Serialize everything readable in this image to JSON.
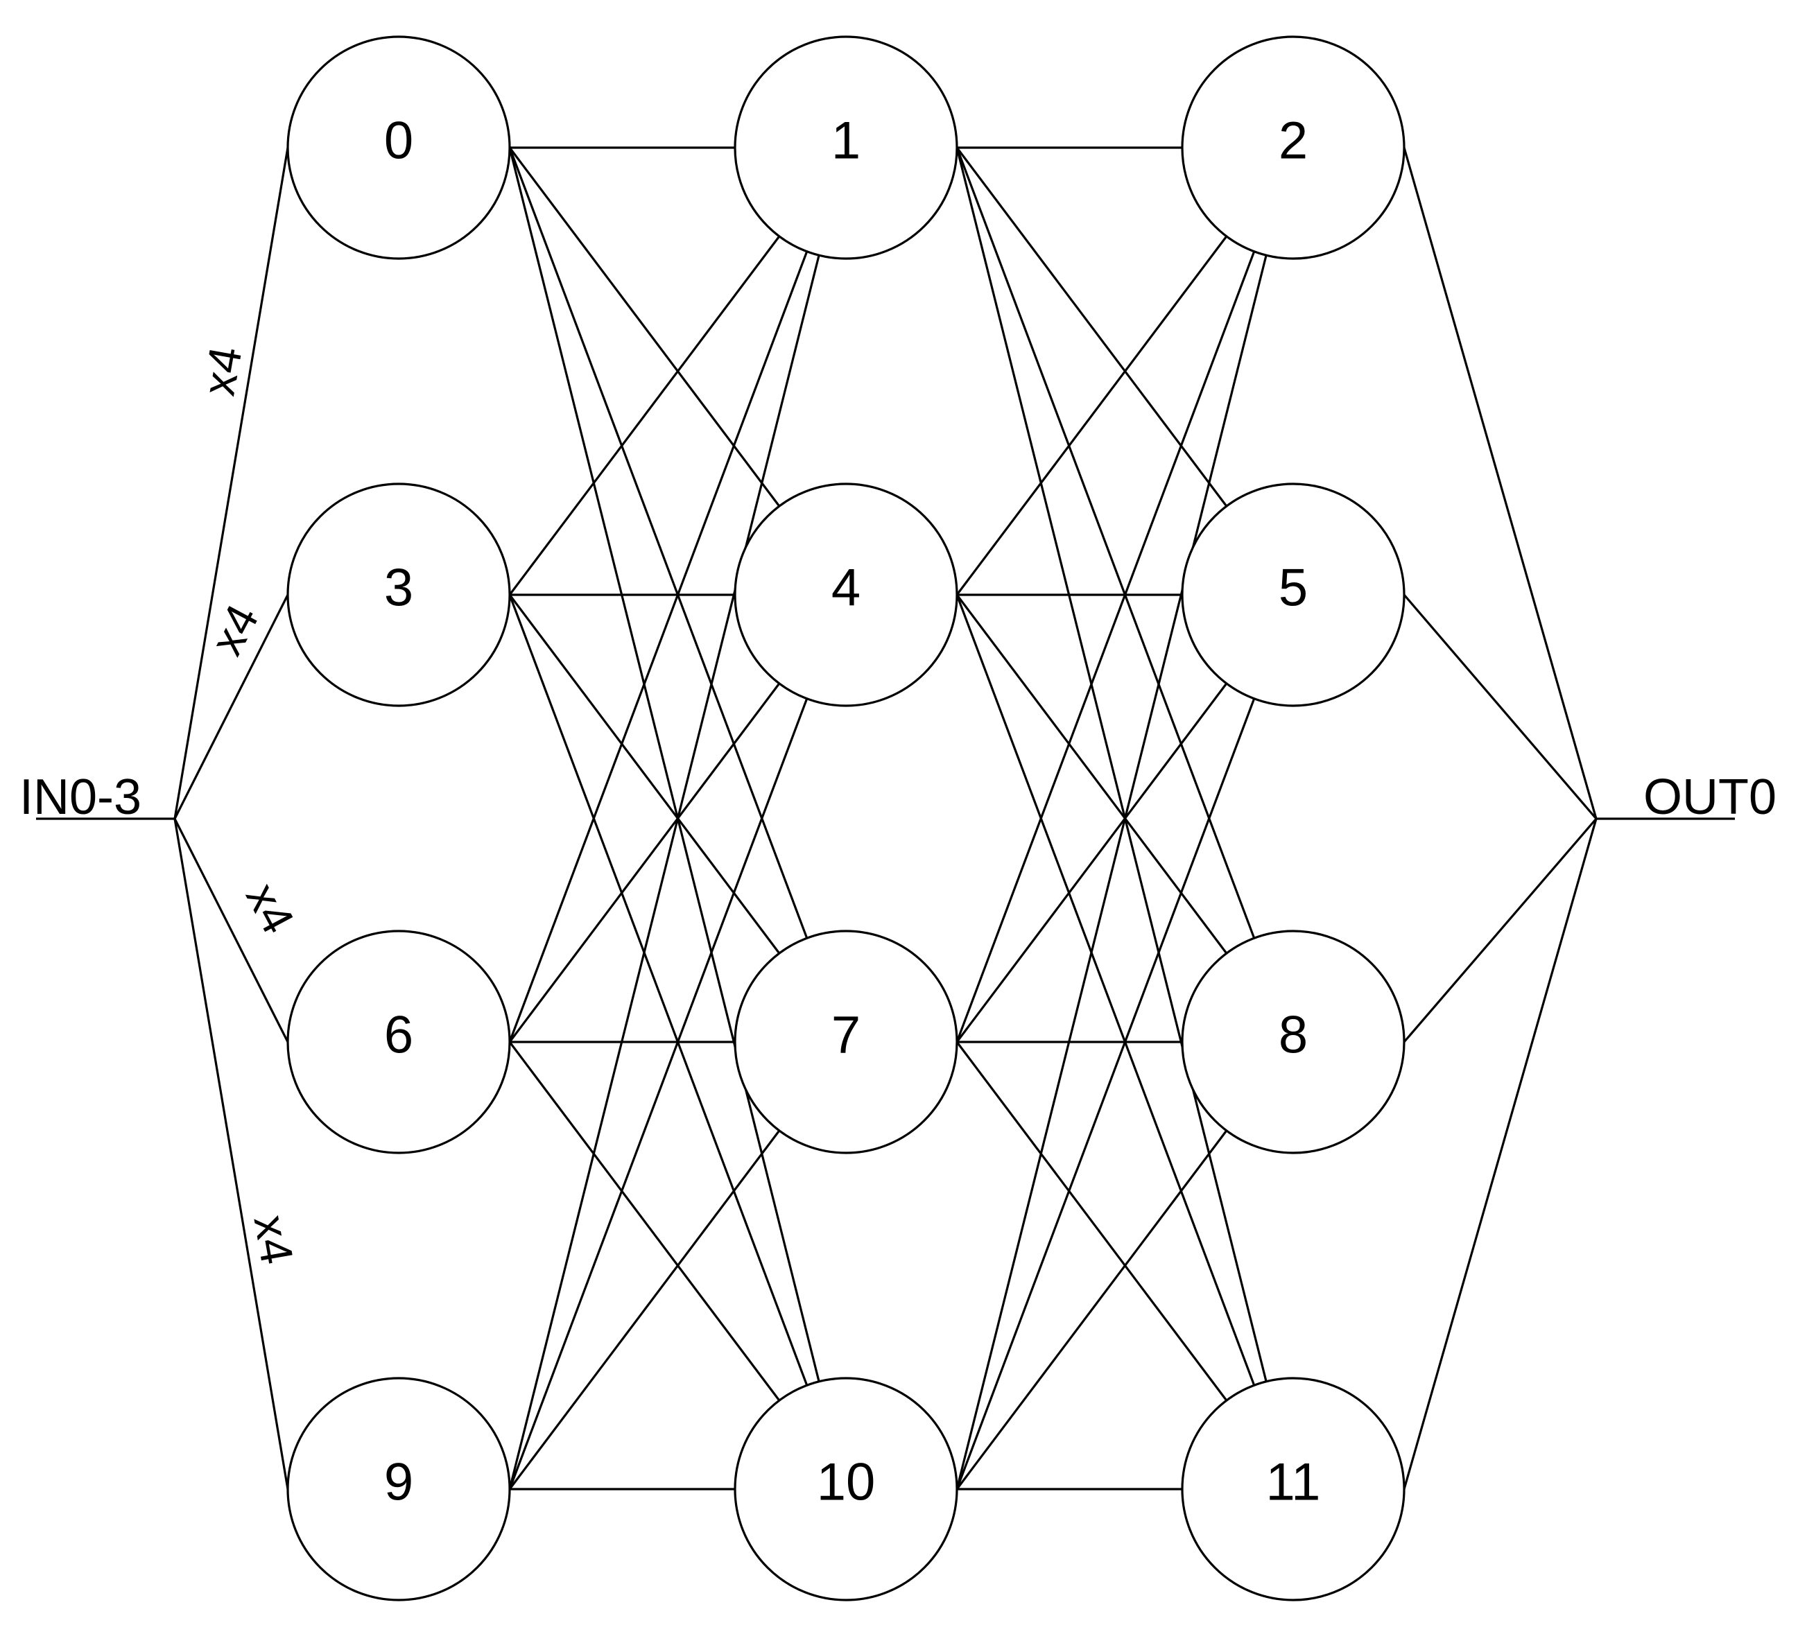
{
  "input": {
    "label": "IN0-3"
  },
  "output": {
    "label": "OUT0"
  },
  "multiplicity_labels": [
    "x4",
    "x4",
    "x4",
    "x4"
  ],
  "nodes": [
    {
      "id": 0,
      "label": "0",
      "column": 0,
      "row": 0
    },
    {
      "id": 3,
      "label": "3",
      "column": 0,
      "row": 1
    },
    {
      "id": 6,
      "label": "6",
      "column": 0,
      "row": 2
    },
    {
      "id": 9,
      "label": "9",
      "column": 0,
      "row": 3
    },
    {
      "id": 1,
      "label": "1",
      "column": 1,
      "row": 0
    },
    {
      "id": 4,
      "label": "4",
      "column": 1,
      "row": 1
    },
    {
      "id": 7,
      "label": "7",
      "column": 1,
      "row": 2
    },
    {
      "id": 10,
      "label": "10",
      "column": 1,
      "row": 3
    },
    {
      "id": 2,
      "label": "2",
      "column": 2,
      "row": 0
    },
    {
      "id": 5,
      "label": "5",
      "column": 2,
      "row": 1
    },
    {
      "id": 8,
      "label": "8",
      "column": 2,
      "row": 2
    },
    {
      "id": 11,
      "label": "11",
      "column": 2,
      "row": 3
    }
  ],
  "layers": [
    [
      0,
      3,
      6,
      9
    ],
    [
      1,
      4,
      7,
      10
    ],
    [
      2,
      5,
      8,
      11
    ]
  ],
  "connectivity": "fully-connected between adjacent layers",
  "colors": {
    "stroke": "#000000",
    "background": "#ffffff",
    "node_fill": "#ffffff"
  }
}
